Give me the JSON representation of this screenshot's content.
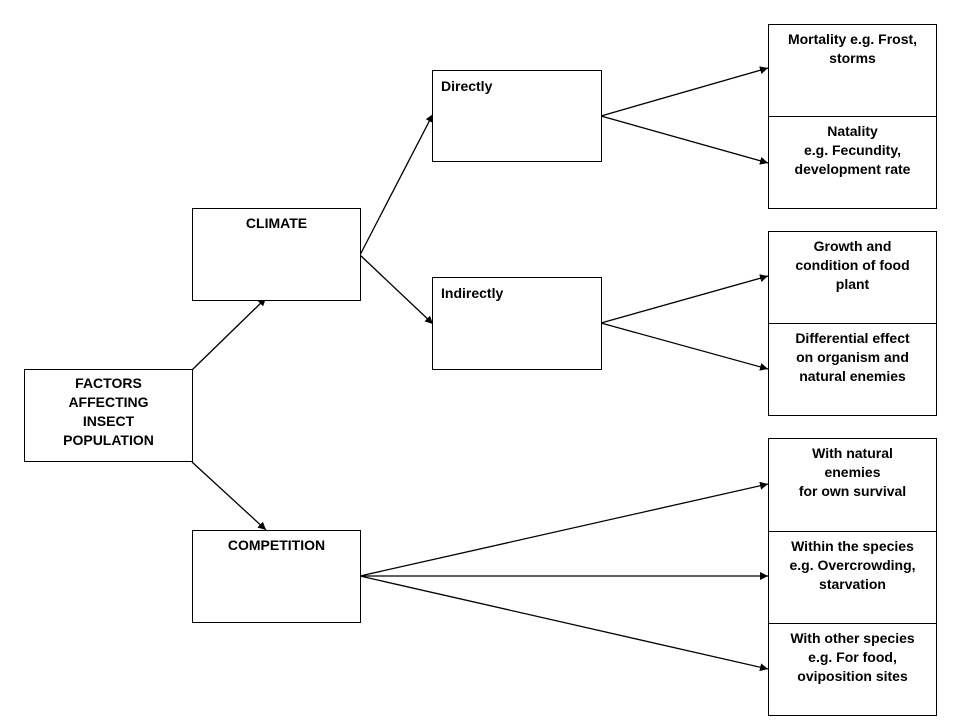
{
  "root": {
    "label": "FACTORS\nAFFECTING\nINSECT\nPOPULATION"
  },
  "climate": {
    "label": "CLIMATE",
    "directly": {
      "label": "Directly",
      "effects": [
        "Mortality e.g. Frost,\nstorms",
        "Natality\ne.g. Fecundity,\ndevelopment rate"
      ]
    },
    "indirectly": {
      "label": "Indirectly",
      "effects": [
        "Growth and\ncondition of food\nplant",
        "Differential effect\non organism and\nnatural enemies"
      ]
    }
  },
  "competition": {
    "label": "COMPETITION",
    "types": [
      "With natural\nenemies\nfor own survival",
      "Within the species\ne.g. Overcrowding,\nstarvation",
      "With other species\ne.g. For food,\noviposition sites"
    ]
  }
}
